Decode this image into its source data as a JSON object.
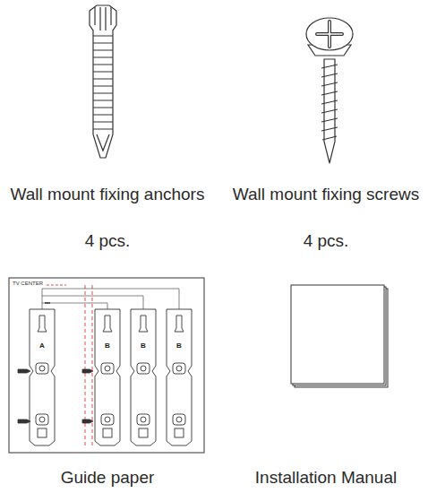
{
  "diagram": {
    "labels": [
      "Wall mount fixing anchors",
      "4 pcs.",
      "Wall mount fixing screws",
      "4 pcs.",
      "Guide paper",
      "Installation Manual",
      "TV CENTER",
      "A",
      "B",
      "B",
      "B"
    ]
  }
}
